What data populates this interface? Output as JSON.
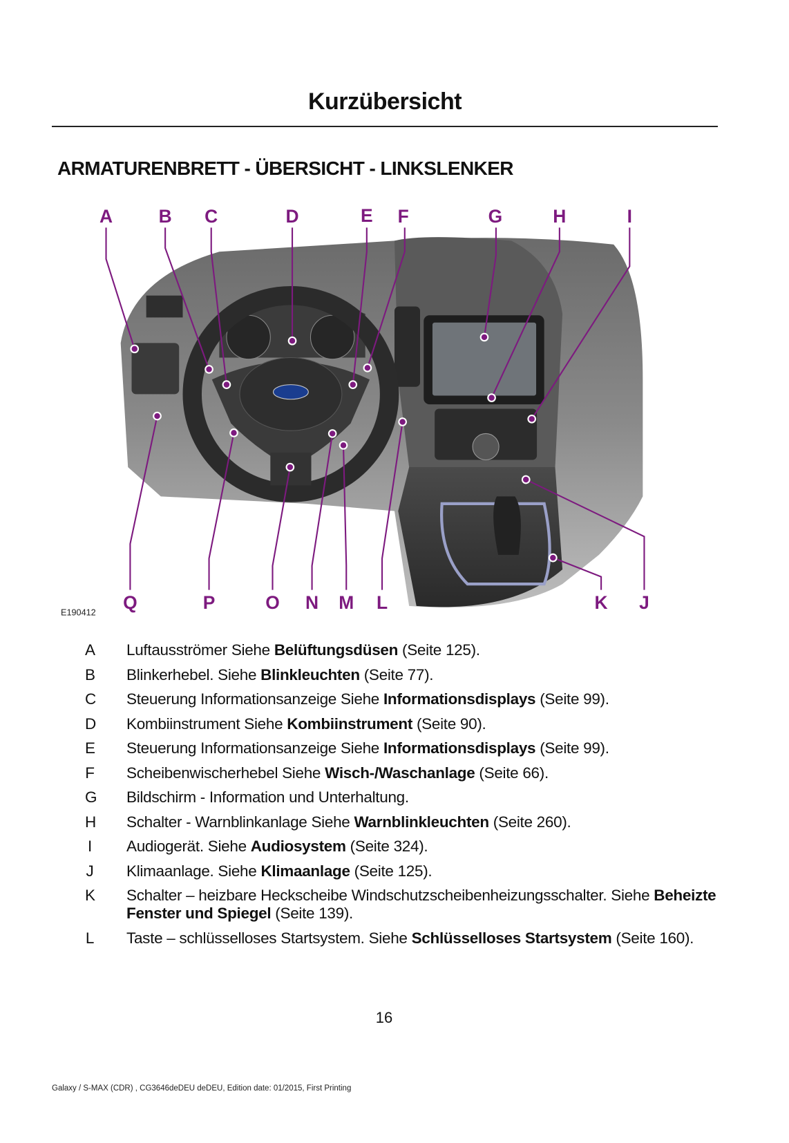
{
  "header": {
    "title": "Kurzübersicht"
  },
  "section_title": "ARMATURENBRETT - ÜBERSICHT - LINKSLENKER",
  "figure": {
    "code": "E190412",
    "top_labels": [
      "A",
      "B",
      "C",
      "D",
      "E",
      "F",
      "G",
      "H",
      "I"
    ],
    "bottom_labels": [
      "Q",
      "P",
      "O",
      "N",
      "M",
      "L",
      "K",
      "J"
    ],
    "callout_color": "#7d1a7f"
  },
  "items": [
    {
      "key": "A",
      "text": "Luftausströmer  Siehe ",
      "link": "Belüftungsdüsen",
      "suffix": " (Seite 125)."
    },
    {
      "key": "B",
      "text": "Blinkerhebel.  Siehe ",
      "link": "Blinkleuchten",
      "suffix": " (Seite 77)."
    },
    {
      "key": "C",
      "text": "Steuerung Informationsanzeige  Siehe ",
      "link": "Informationsdisplays",
      "suffix": " (Seite 99)."
    },
    {
      "key": "D",
      "text": "Kombiinstrument  Siehe ",
      "link": "Kombiinstrument",
      "suffix": " (Seite 90)."
    },
    {
      "key": "E",
      "text": "Steuerung Informationsanzeige  Siehe ",
      "link": "Informationsdisplays",
      "suffix": " (Seite 99)."
    },
    {
      "key": "F",
      "text": "Scheibenwischerhebel  Siehe ",
      "link": "Wisch-/Waschanlage",
      "suffix": " (Seite 66)."
    },
    {
      "key": "G",
      "text": "Bildschirm - Information und Unterhaltung.",
      "link": "",
      "suffix": ""
    },
    {
      "key": "H",
      "text": "Schalter - Warnblinkanlage  Siehe ",
      "link": "Warnblinkleuchten",
      "suffix": " (Seite 260)."
    },
    {
      "key": "I",
      "text": "Audiogerät.  Siehe ",
      "link": "Audiosystem",
      "suffix": " (Seite 324)."
    },
    {
      "key": "J",
      "text": "Klimaanlage.  Siehe ",
      "link": "Klimaanlage",
      "suffix": " (Seite 125)."
    },
    {
      "key": "K",
      "text": "Schalter – heizbare Heckscheibe Windschutzscheibenheizungsschalter.  Siehe ",
      "link": "Beheizte Fenster und Spiegel",
      "suffix": " (Seite 139)."
    },
    {
      "key": "L",
      "text": "Taste – schlüsselloses Startsystem.  Siehe ",
      "link": "Schlüsselloses Startsystem",
      "suffix": " (Seite 160)."
    }
  ],
  "page_number": "16",
  "footer": "Galaxy / S-MAX (CDR) , CG3646deDEU deDEU, Edition date: 01/2015, First Printing"
}
